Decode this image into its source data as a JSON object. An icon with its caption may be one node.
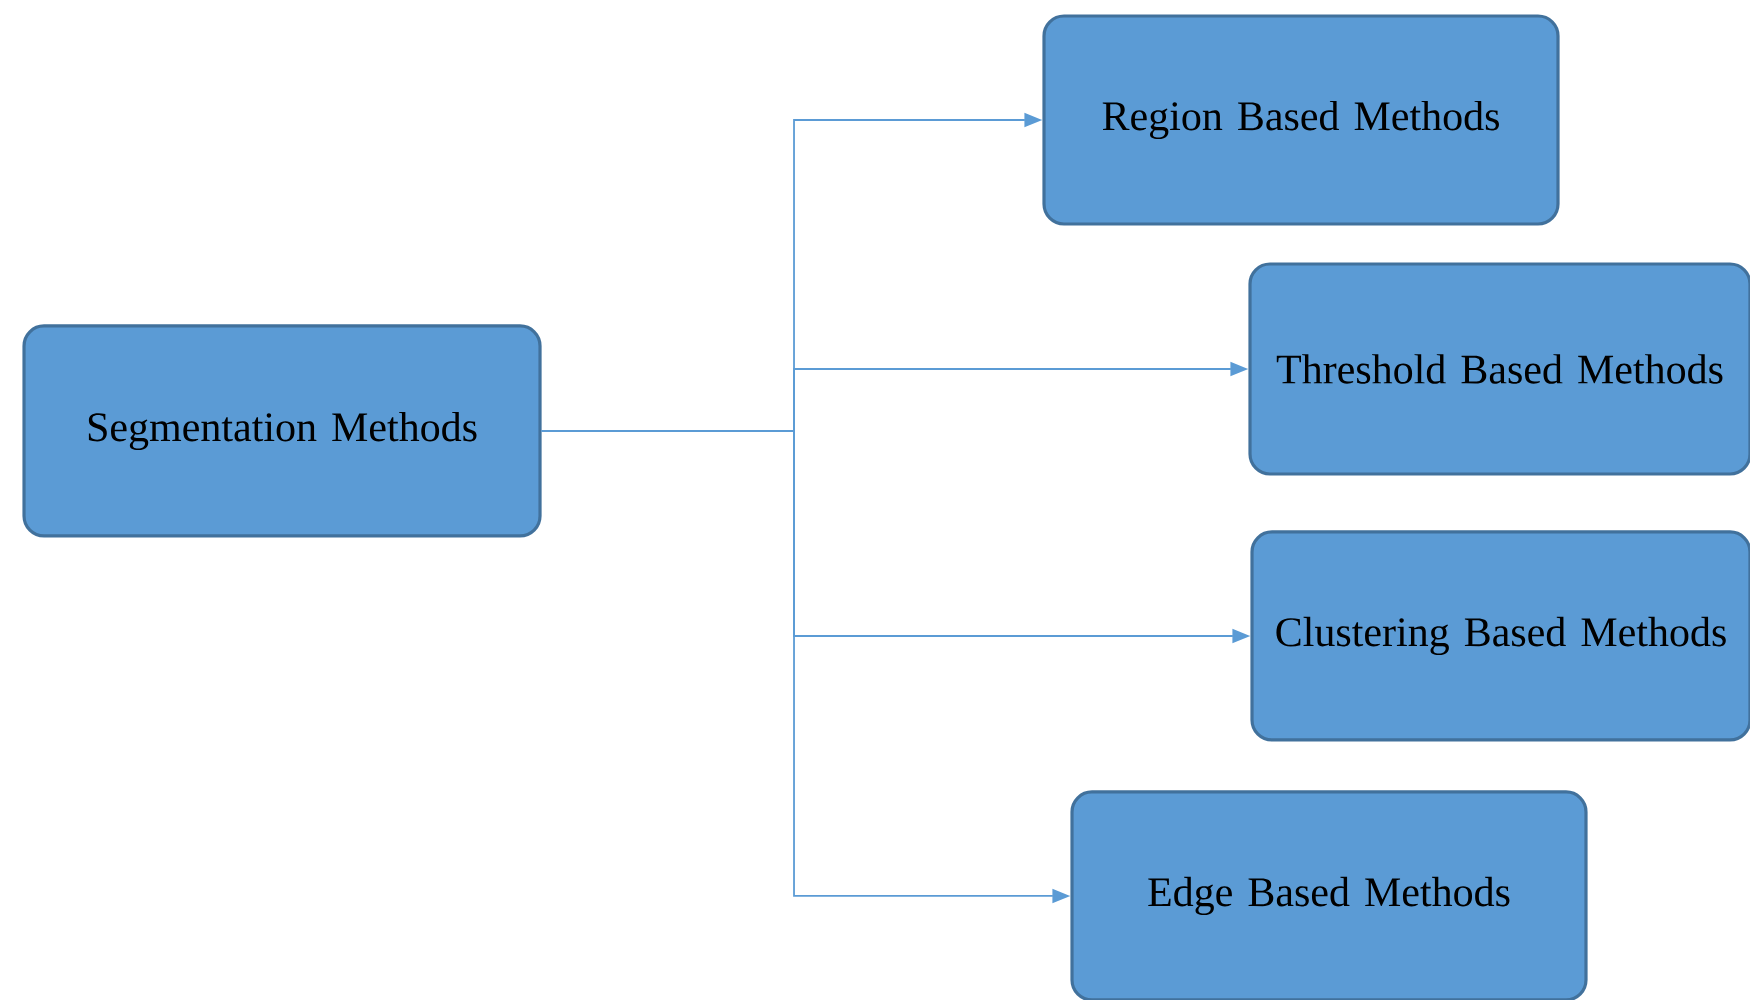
{
  "diagram": {
    "nodes": [
      {
        "text": [
          "Segmentation Methods"
        ]
      },
      {
        "text": [
          "Region Based Methods"
        ]
      },
      {
        "text": [
          "Threshold Based Methods"
        ]
      },
      {
        "text": [
          "Clustering Based Methods"
        ]
      },
      {
        "text": [
          "Edge Based Methods"
        ]
      }
    ],
    "edges": [
      {
        "from": 0,
        "to": 1,
        "arrow": "to"
      },
      {
        "from": 0,
        "to": 2,
        "arrow": "to"
      },
      {
        "from": 0,
        "to": 3,
        "arrow": "to"
      },
      {
        "from": 0,
        "to": 4,
        "arrow": "to"
      }
    ]
  }
}
